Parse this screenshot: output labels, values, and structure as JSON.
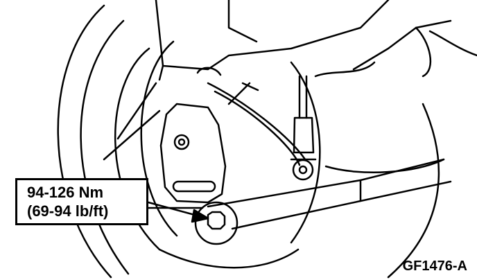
{
  "callout": {
    "torque_nm": "94-126 Nm",
    "torque_lbft": "(69-94 lb/ft)"
  },
  "figure_id": "GF1476-A",
  "icons": {
    "pointer": "arrowhead-icon",
    "bolt": "hex-bolt-icon"
  },
  "colors": {
    "ink": "#000000",
    "paper": "#ffffff"
  }
}
